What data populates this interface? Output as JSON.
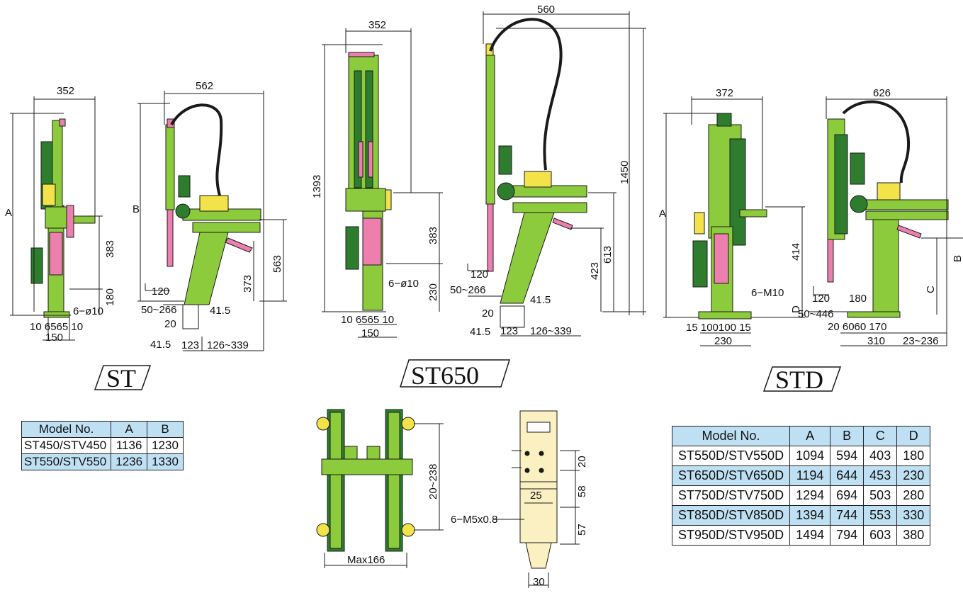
{
  "labels": {
    "st": "ST",
    "st650": "ST650",
    "std": "STD"
  },
  "dimensions": {
    "st_w": "352",
    "st_A": "A",
    "st_383": "383",
    "st_180": "180",
    "st_hole": "6−ø10",
    "st_b1": "10 6565 10",
    "st_b2": "150",
    "st_s_w": "562",
    "st_s_B": "B",
    "st_s_563": "563",
    "st_s_373": "373",
    "st_s_120": "120",
    "st_s_50": "50~266",
    "st_s_415a": "41.5",
    "st_s_20": "20",
    "st_s_415b": "41.5",
    "st_s_123": "123",
    "st_s_126": "126~339",
    "s650_w": "352",
    "s650_1393": "1393",
    "s650_383": "383",
    "s650_230": "230",
    "s650_hole": "6−ø10",
    "s650_b1": "10 6565 10",
    "s650_b2": "150",
    "s650_s_w": "560",
    "s650_s_1450": "1450",
    "s650_s_613": "613",
    "s650_s_423": "423",
    "s650_s_120": "120",
    "s650_s_50": "50~266",
    "s650_s_415a": "41.5",
    "s650_s_20": "20",
    "s650_s_415b": "41.5",
    "s650_s_123": "123",
    "s650_s_126": "126~339",
    "std_w": "372",
    "std_A": "A",
    "std_414": "414",
    "std_D": "D",
    "std_hole": "6−M10",
    "std_b1": "15 100100 15",
    "std_b2": "230",
    "std_s_w": "626",
    "std_s_B": "B",
    "std_s_C": "C",
    "std_s_120": "120",
    "std_s_180": "180",
    "std_s_50": "50~446",
    "std_s_b1": "20 6060 170",
    "std_s_310": "310",
    "std_s_23": "23~236",
    "h_20_238": "20~238",
    "h_max166": "Max166",
    "t_20": "20",
    "t_25": "25",
    "t_58": "58",
    "t_m5": "6−M5x0.8",
    "t_57": "57",
    "t_30": "30"
  },
  "table_st": {
    "headers": [
      "Model No.",
      "A",
      "B"
    ],
    "rows": [
      [
        "ST450/STV450",
        "1136",
        "1230"
      ],
      [
        "ST550/STV550",
        "1236",
        "1330"
      ]
    ]
  },
  "table_std": {
    "headers": [
      "Model No.",
      "A",
      "B",
      "C",
      "D"
    ],
    "rows": [
      [
        "ST550D/STV550D",
        "1094",
        "594",
        "403",
        "180"
      ],
      [
        "ST650D/STV650D",
        "1194",
        "644",
        "453",
        "230"
      ],
      [
        "ST750D/STV750D",
        "1294",
        "694",
        "503",
        "280"
      ],
      [
        "ST850D/STV850D",
        "1394",
        "744",
        "553",
        "330"
      ],
      [
        "ST950D/STV950D",
        "1494",
        "794",
        "603",
        "380"
      ]
    ]
  },
  "colors": {
    "green": "#8ccc3c",
    "dark_green": "#2e7d2e",
    "pink": "#ec7fae",
    "yellow": "#f2e34a",
    "cream": "#fbf0c2",
    "table_blue": "#bfe0f3"
  }
}
